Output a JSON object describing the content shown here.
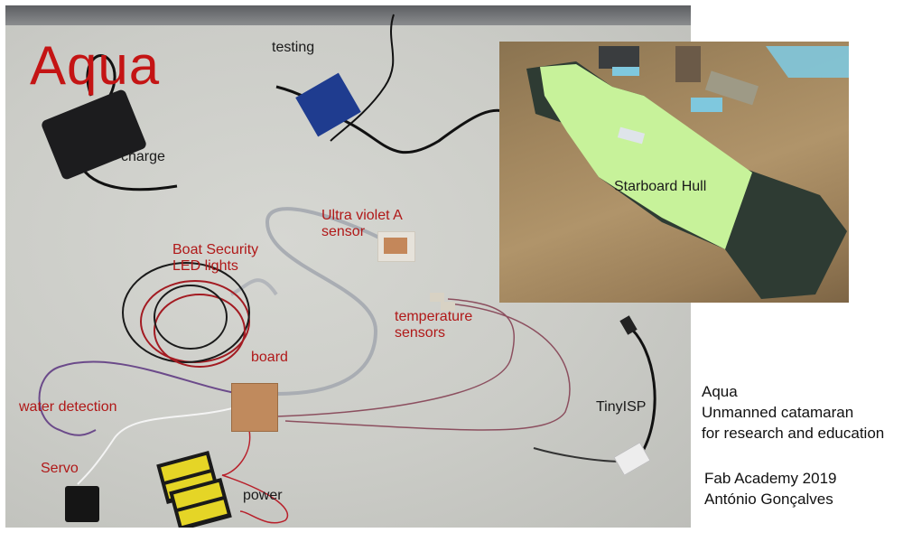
{
  "poster": {
    "title": "Aqua",
    "title_color": "#c41414",
    "labels": {
      "testing": "testing",
      "charge": "charge",
      "ultraviolet": "Ultra violet A\nsensor",
      "ultraviolet_line1": "Ultra violet A",
      "ultraviolet_line2": "sensor",
      "boat_security_line1": "Boat Security",
      "boat_security_line2": "LED lights",
      "temperature_line1": "temperature",
      "temperature_line2": "sensors",
      "board": "board",
      "water_detection": "water detection",
      "servo": "Servo",
      "power": "power",
      "tinyisp": "TinyISP",
      "starboard_hull": "Starboard Hull"
    },
    "caption": {
      "line1": "Aqua",
      "line2": "Unmanned catamaran",
      "line3": "for research and education",
      "line4": "Fab Academy 2019",
      "line5": "António Gonçalves"
    }
  }
}
